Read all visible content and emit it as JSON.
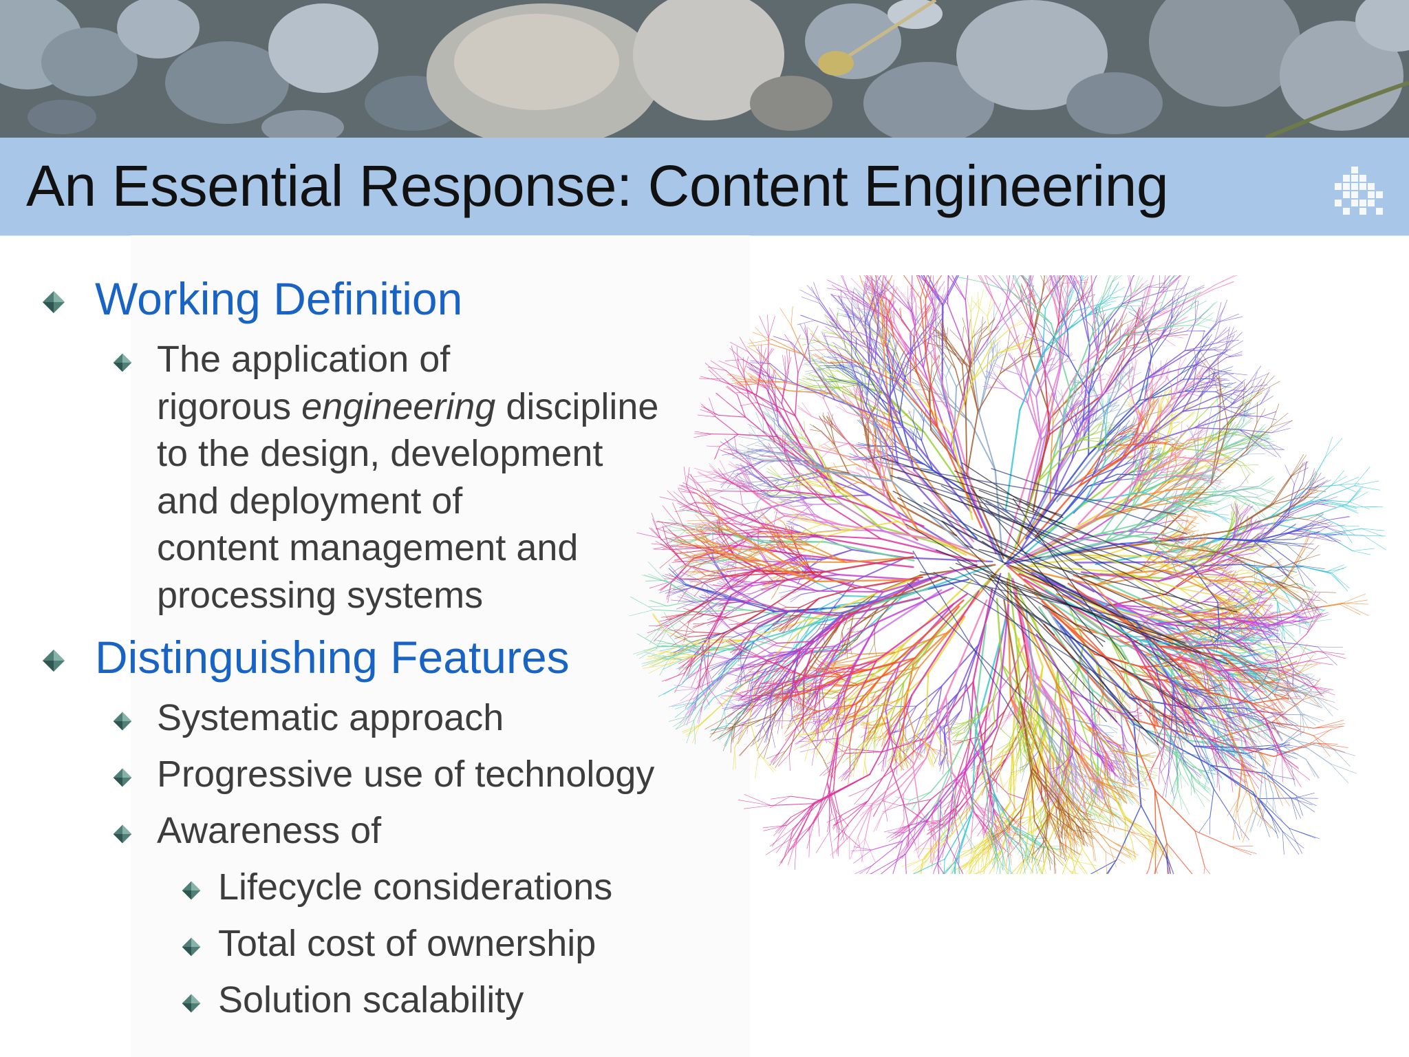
{
  "slide": {
    "title": "An Essential Response: Content Engineering"
  },
  "bullets": {
    "working_definition": {
      "heading": "Working Definition",
      "lines": [
        "The application of",
        "rigorous ",
        "engineering",
        " discipline",
        "to the design, development",
        "and deployment of",
        "content management and",
        "processing systems"
      ]
    },
    "distinguishing_features": {
      "heading": "Distinguishing Features",
      "items": [
        "Systematic approach",
        "Progressive use of technology",
        "Awareness of"
      ],
      "sub_items": [
        "Lifecycle considerations",
        "Total cost of ownership",
        "Solution scalability"
      ]
    }
  },
  "colors": {
    "heading_blue": "#1863c4",
    "body_text": "#3d3d3d",
    "title_bar": "#a8c6e8",
    "bullet": "#4f7f76"
  },
  "icons": {
    "bullet": "diamond-bullet-icon",
    "logo": "pixel-grid-logo-icon",
    "banner": "river-stones-photo",
    "graphic": "network-map-graphic"
  }
}
